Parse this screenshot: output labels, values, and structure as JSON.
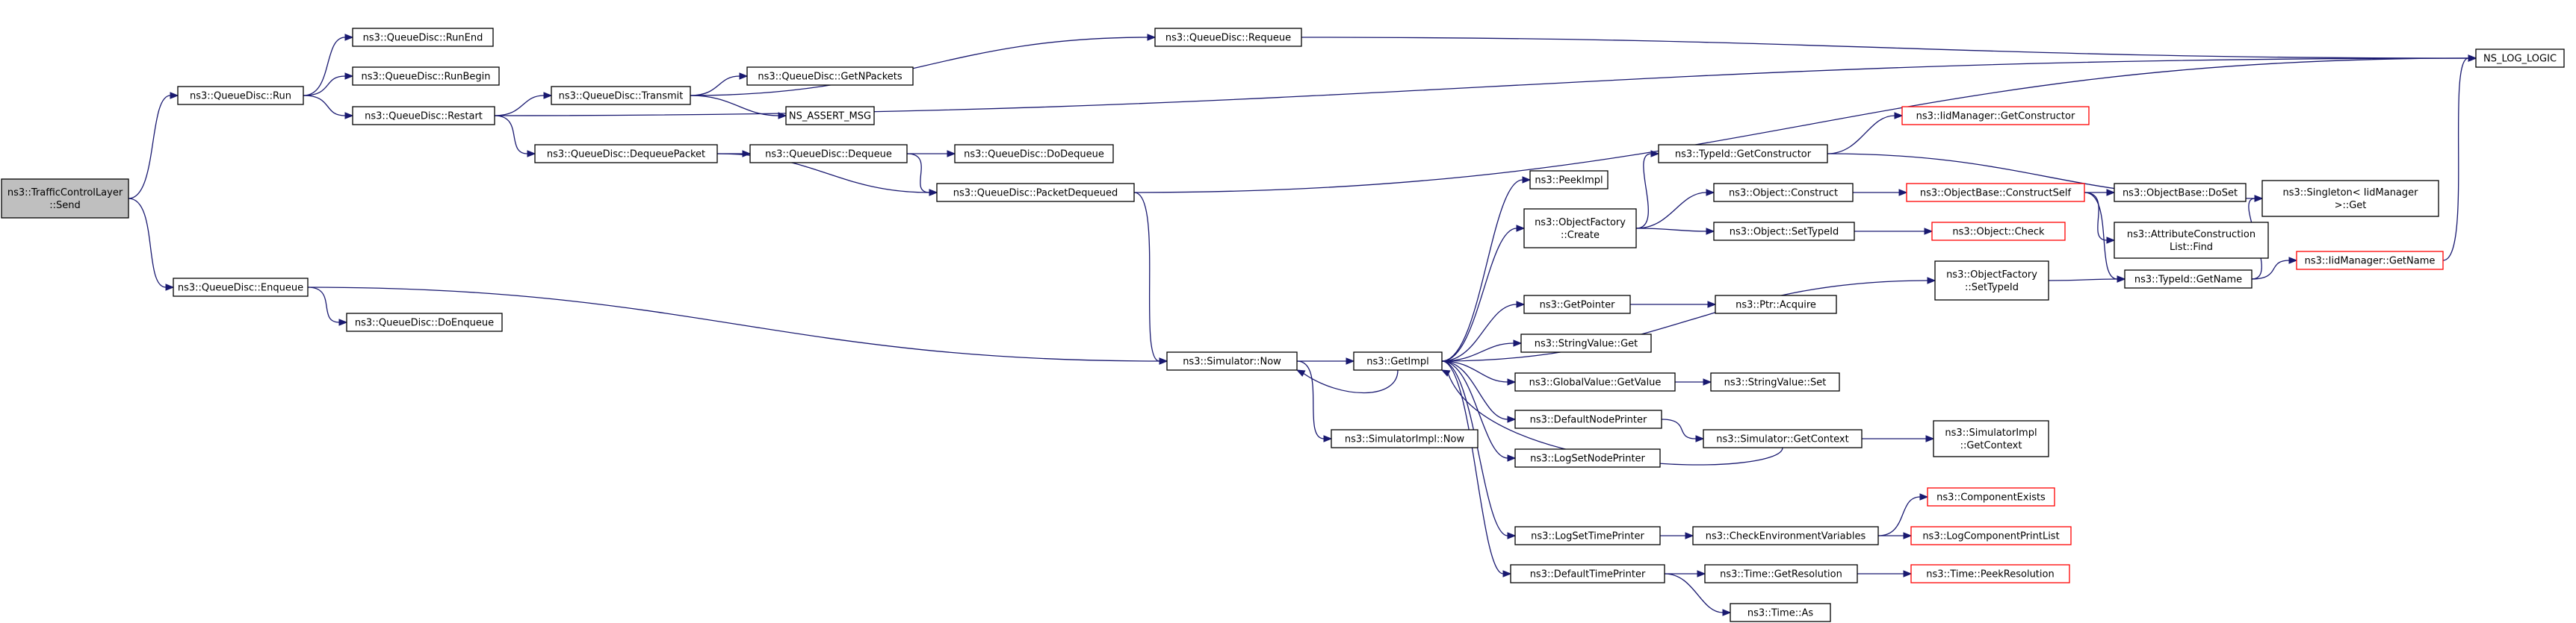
{
  "colors": {
    "edge": "#191970",
    "root_fill": "#bfbfbf",
    "node_border": "#000000",
    "truncated_border": "#ff0000"
  },
  "nodes": [
    {
      "id": "n0",
      "name": "node-traffic-control-layer-send",
      "lines": [
        "ns3::TrafficControlLayer",
        "::Send"
      ],
      "root": true
    },
    {
      "id": "n1",
      "name": "node-queue-disc-run",
      "lines": [
        "ns3::QueueDisc::Run"
      ]
    },
    {
      "id": "n2",
      "name": "node-queue-disc-enqueue",
      "lines": [
        "ns3::QueueDisc::Enqueue"
      ]
    },
    {
      "id": "n3",
      "name": "node-queue-disc-run-end",
      "lines": [
        "ns3::QueueDisc::RunEnd"
      ]
    },
    {
      "id": "n4",
      "name": "node-queue-disc-run-begin",
      "lines": [
        "ns3::QueueDisc::RunBegin"
      ]
    },
    {
      "id": "n5",
      "name": "node-queue-disc-restart",
      "lines": [
        "ns3::QueueDisc::Restart"
      ]
    },
    {
      "id": "n6",
      "name": "node-queue-disc-do-enqueue",
      "lines": [
        "ns3::QueueDisc::DoEnqueue"
      ]
    },
    {
      "id": "n7",
      "name": "node-queue-disc-transmit",
      "lines": [
        "ns3::QueueDisc::Transmit"
      ]
    },
    {
      "id": "n8",
      "name": "node-queue-disc-dequeue-packet",
      "lines": [
        "ns3::QueueDisc::DequeuePacket"
      ]
    },
    {
      "id": "n9",
      "name": "node-queue-disc-get-npackets",
      "lines": [
        "ns3::QueueDisc::GetNPackets"
      ]
    },
    {
      "id": "n10",
      "name": "node-ns-assert-msg",
      "lines": [
        "NS_ASSERT_MSG"
      ]
    },
    {
      "id": "n11",
      "name": "node-queue-disc-dequeue",
      "lines": [
        "ns3::QueueDisc::Dequeue"
      ]
    },
    {
      "id": "n12",
      "name": "node-queue-disc-packet-dequeued",
      "lines": [
        "ns3::QueueDisc::PacketDequeued"
      ]
    },
    {
      "id": "n13",
      "name": "node-queue-disc-do-dequeue",
      "lines": [
        "ns3::QueueDisc::DoDequeue"
      ]
    },
    {
      "id": "n14",
      "name": "node-queue-disc-requeue",
      "lines": [
        "ns3::QueueDisc::Requeue"
      ]
    },
    {
      "id": "n15",
      "name": "node-ns-log-logic",
      "lines": [
        "NS_LOG_LOGIC"
      ]
    },
    {
      "id": "n16",
      "name": "node-simulator-now",
      "lines": [
        "ns3::Simulator::Now"
      ]
    },
    {
      "id": "n17",
      "name": "node-get-impl",
      "lines": [
        "ns3::GetImpl"
      ]
    },
    {
      "id": "n18",
      "name": "node-simulator-impl-now",
      "lines": [
        "ns3::SimulatorImpl::Now"
      ]
    },
    {
      "id": "n19",
      "name": "node-peek-impl",
      "lines": [
        "ns3::PeekImpl"
      ]
    },
    {
      "id": "n20",
      "name": "node-object-factory-create",
      "lines": [
        "ns3::ObjectFactory",
        "::Create"
      ]
    },
    {
      "id": "n21",
      "name": "node-get-pointer",
      "lines": [
        "ns3::GetPointer"
      ]
    },
    {
      "id": "n22",
      "name": "node-string-value-get",
      "lines": [
        "ns3::StringValue::Get"
      ]
    },
    {
      "id": "n23",
      "name": "node-global-value-get-value",
      "lines": [
        "ns3::GlobalValue::GetValue"
      ]
    },
    {
      "id": "n24",
      "name": "node-default-node-printer",
      "lines": [
        "ns3::DefaultNodePrinter"
      ]
    },
    {
      "id": "n25",
      "name": "node-log-set-node-printer",
      "lines": [
        "ns3::LogSetNodePrinter"
      ]
    },
    {
      "id": "n26",
      "name": "node-log-set-time-printer",
      "lines": [
        "ns3::LogSetTimePrinter"
      ]
    },
    {
      "id": "n27",
      "name": "node-default-time-printer",
      "lines": [
        "ns3::DefaultTimePrinter"
      ]
    },
    {
      "id": "n28",
      "name": "node-type-id-get-constructor",
      "lines": [
        "ns3::TypeId::GetConstructor"
      ]
    },
    {
      "id": "n29",
      "name": "node-object-construct",
      "lines": [
        "ns3::Object::Construct"
      ]
    },
    {
      "id": "n30",
      "name": "node-object-set-type-id",
      "lines": [
        "ns3::Object::SetTypeId"
      ]
    },
    {
      "id": "n31",
      "name": "node-object-factory-set-type-id",
      "lines": [
        "ns3::ObjectFactory",
        "::SetTypeId"
      ]
    },
    {
      "id": "n32",
      "name": "node-ptr-acquire",
      "lines": [
        "ns3::Ptr::Acquire"
      ]
    },
    {
      "id": "n33",
      "name": "node-string-value-set",
      "lines": [
        "ns3::StringValue::Set"
      ]
    },
    {
      "id": "n34",
      "name": "node-simulator-get-context",
      "lines": [
        "ns3::Simulator::GetContext"
      ]
    },
    {
      "id": "n35",
      "name": "node-check-environment-variables",
      "lines": [
        "ns3::CheckEnvironmentVariables"
      ]
    },
    {
      "id": "n36",
      "name": "node-time-get-resolution",
      "lines": [
        "ns3::Time::GetResolution"
      ]
    },
    {
      "id": "n37",
      "name": "node-time-as",
      "lines": [
        "ns3::Time::As"
      ]
    },
    {
      "id": "n38",
      "name": "node-iid-manager-get-constructor",
      "lines": [
        "ns3::IidManager::GetConstructor"
      ],
      "truncated": true
    },
    {
      "id": "n39",
      "name": "node-object-base-construct-self",
      "lines": [
        "ns3::ObjectBase::ConstructSelf"
      ],
      "truncated": true
    },
    {
      "id": "n40",
      "name": "node-object-check",
      "lines": [
        "ns3::Object::Check"
      ],
      "truncated": true
    },
    {
      "id": "n41",
      "name": "node-simulator-impl-get-context",
      "lines": [
        "ns3::SimulatorImpl",
        "::GetContext"
      ]
    },
    {
      "id": "n42",
      "name": "node-component-exists",
      "lines": [
        "ns3::ComponentExists"
      ],
      "truncated": true
    },
    {
      "id": "n43",
      "name": "node-log-component-print-list",
      "lines": [
        "ns3::LogComponentPrintList"
      ],
      "truncated": true
    },
    {
      "id": "n44",
      "name": "node-time-peek-resolution",
      "lines": [
        "ns3::Time::PeekResolution"
      ],
      "truncated": true
    },
    {
      "id": "n45",
      "name": "node-object-base-do-set",
      "lines": [
        "ns3::ObjectBase::DoSet"
      ]
    },
    {
      "id": "n46",
      "name": "node-attribute-construction-list-find",
      "lines": [
        "ns3::AttributeConstruction",
        "List::Find"
      ]
    },
    {
      "id": "n47",
      "name": "node-type-id-get-name",
      "lines": [
        "ns3::TypeId::GetName"
      ]
    },
    {
      "id": "n48",
      "name": "node-singleton-iid-manager-get",
      "lines": [
        "ns3::Singleton< IidManager",
        ">::Get"
      ]
    },
    {
      "id": "n49",
      "name": "node-iid-manager-get-name",
      "lines": [
        "ns3::IidManager::GetName"
      ],
      "truncated": true
    }
  ],
  "edges": [
    [
      "n0",
      "n1"
    ],
    [
      "n0",
      "n2"
    ],
    [
      "n1",
      "n3"
    ],
    [
      "n1",
      "n4"
    ],
    [
      "n1",
      "n5"
    ],
    [
      "n2",
      "n6"
    ],
    [
      "n2",
      "n16"
    ],
    [
      "n5",
      "n7"
    ],
    [
      "n5",
      "n8"
    ],
    [
      "n5",
      "n15"
    ],
    [
      "n7",
      "n9"
    ],
    [
      "n7",
      "n10"
    ],
    [
      "n7",
      "n14"
    ],
    [
      "n8",
      "n11"
    ],
    [
      "n8",
      "n12"
    ],
    [
      "n11",
      "n13"
    ],
    [
      "n11",
      "n12"
    ],
    [
      "n12",
      "n16"
    ],
    [
      "n12",
      "n15"
    ],
    [
      "n14",
      "n15"
    ],
    [
      "n16",
      "n17"
    ],
    [
      "n16",
      "n18"
    ],
    [
      "n17",
      "n19"
    ],
    [
      "n17",
      "n20"
    ],
    [
      "n17",
      "n31"
    ],
    [
      "n17",
      "n21"
    ],
    [
      "n17",
      "n22"
    ],
    [
      "n17",
      "n23"
    ],
    [
      "n17",
      "n24"
    ],
    [
      "n17",
      "n25"
    ],
    [
      "n17",
      "n26"
    ],
    [
      "n17",
      "n27"
    ],
    [
      "n17",
      "n16"
    ],
    [
      "n20",
      "n28"
    ],
    [
      "n20",
      "n29"
    ],
    [
      "n20",
      "n30"
    ],
    [
      "n21",
      "n32"
    ],
    [
      "n23",
      "n33"
    ],
    [
      "n24",
      "n34"
    ],
    [
      "n26",
      "n35"
    ],
    [
      "n27",
      "n36"
    ],
    [
      "n27",
      "n37"
    ],
    [
      "n28",
      "n38"
    ],
    [
      "n28",
      "n48"
    ],
    [
      "n29",
      "n39"
    ],
    [
      "n30",
      "n40"
    ],
    [
      "n31",
      "n47"
    ],
    [
      "n34",
      "n17"
    ],
    [
      "n34",
      "n41"
    ],
    [
      "n35",
      "n42"
    ],
    [
      "n35",
      "n43"
    ],
    [
      "n36",
      "n44"
    ],
    [
      "n39",
      "n45"
    ],
    [
      "n39",
      "n46"
    ],
    [
      "n39",
      "n47"
    ],
    [
      "n47",
      "n48"
    ],
    [
      "n47",
      "n49"
    ],
    [
      "n49",
      "n15"
    ]
  ]
}
